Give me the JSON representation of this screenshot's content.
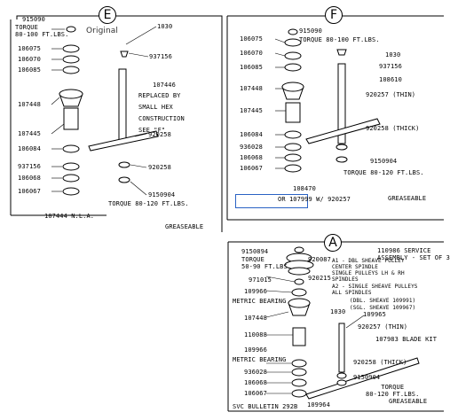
{
  "sections": {
    "E": {
      "letter": "E",
      "note": "Original",
      "torque_top": "TORQUE\n80-100 FT.LBS.",
      "parts_left": [
        "915090",
        "106075",
        "106070",
        "106085",
        "107448",
        "107445",
        "106084",
        "937156",
        "106068",
        "106067"
      ],
      "parts_right": [
        "1030",
        "937156",
        "107446",
        "920258",
        "920258",
        "9150904"
      ],
      "replaced_note": "REPLACED BY\nSMALL HEX\nCONSTRUCTION\nSEE \"F\"",
      "torque_bottom": "TORQUE 80-120 FT.LBS.",
      "na_label": "107444 N.L.A.",
      "greaseable": "GREASEABLE"
    },
    "F": {
      "letter": "F",
      "parts_left": [
        "106075",
        "106070",
        "106085",
        "107448",
        "107445",
        "106084",
        "936028",
        "106068",
        "106067"
      ],
      "top_part": "915090",
      "torque_top": "TORQUE 80-100 FT.LBS.",
      "parts_right": [
        "1030",
        "937156",
        "108610",
        "920257 (THIN)",
        "920258 (THICK)",
        "9150904"
      ],
      "torque_bottom": "TORQUE 80-120 FT.LBS.",
      "bottom_part": "108470",
      "or_note": "OR 107999 W/ 920257",
      "greaseable": "GREASEABLE"
    },
    "A": {
      "letter": "A",
      "top_part": "9150894",
      "top_right": "920087",
      "torque_top": "TORQUE\n50-90 FT.LBS.",
      "service_title": "110986 SERVICE\nASSEMBLY - SET OF 3",
      "a1_note": "A1 - DBL SHEAVE PULLEY\nCENTER SPINDLE\nSINGLE PULLEYS LH & RH\nSPINDLES",
      "a2_note": "A2 - SINGLE SHEAVE PULLEYS\nALL SPINDLES",
      "sheave_note": "(DBL. SHEAVE 109991)\n(SGL. SHEAVE 109967)",
      "parts_left": [
        "971015",
        "109966",
        "107448",
        "110088",
        "109966",
        "936028",
        "106068",
        "106067"
      ],
      "metric_bearing": "METRIC BEARING",
      "parts_mid": [
        "920215",
        "1030"
      ],
      "parts_right": [
        "109965",
        "920257 (THIN)",
        "107983 BLADE KIT",
        "920258 (THICK)",
        "9150904"
      ],
      "torque_bottom": "TORQUE\n80-120 FT.LBS.",
      "greaseable": "GREASEABLE",
      "bulletin": "SVC BULLETIN 292B",
      "bulletin_part": "109964"
    }
  }
}
